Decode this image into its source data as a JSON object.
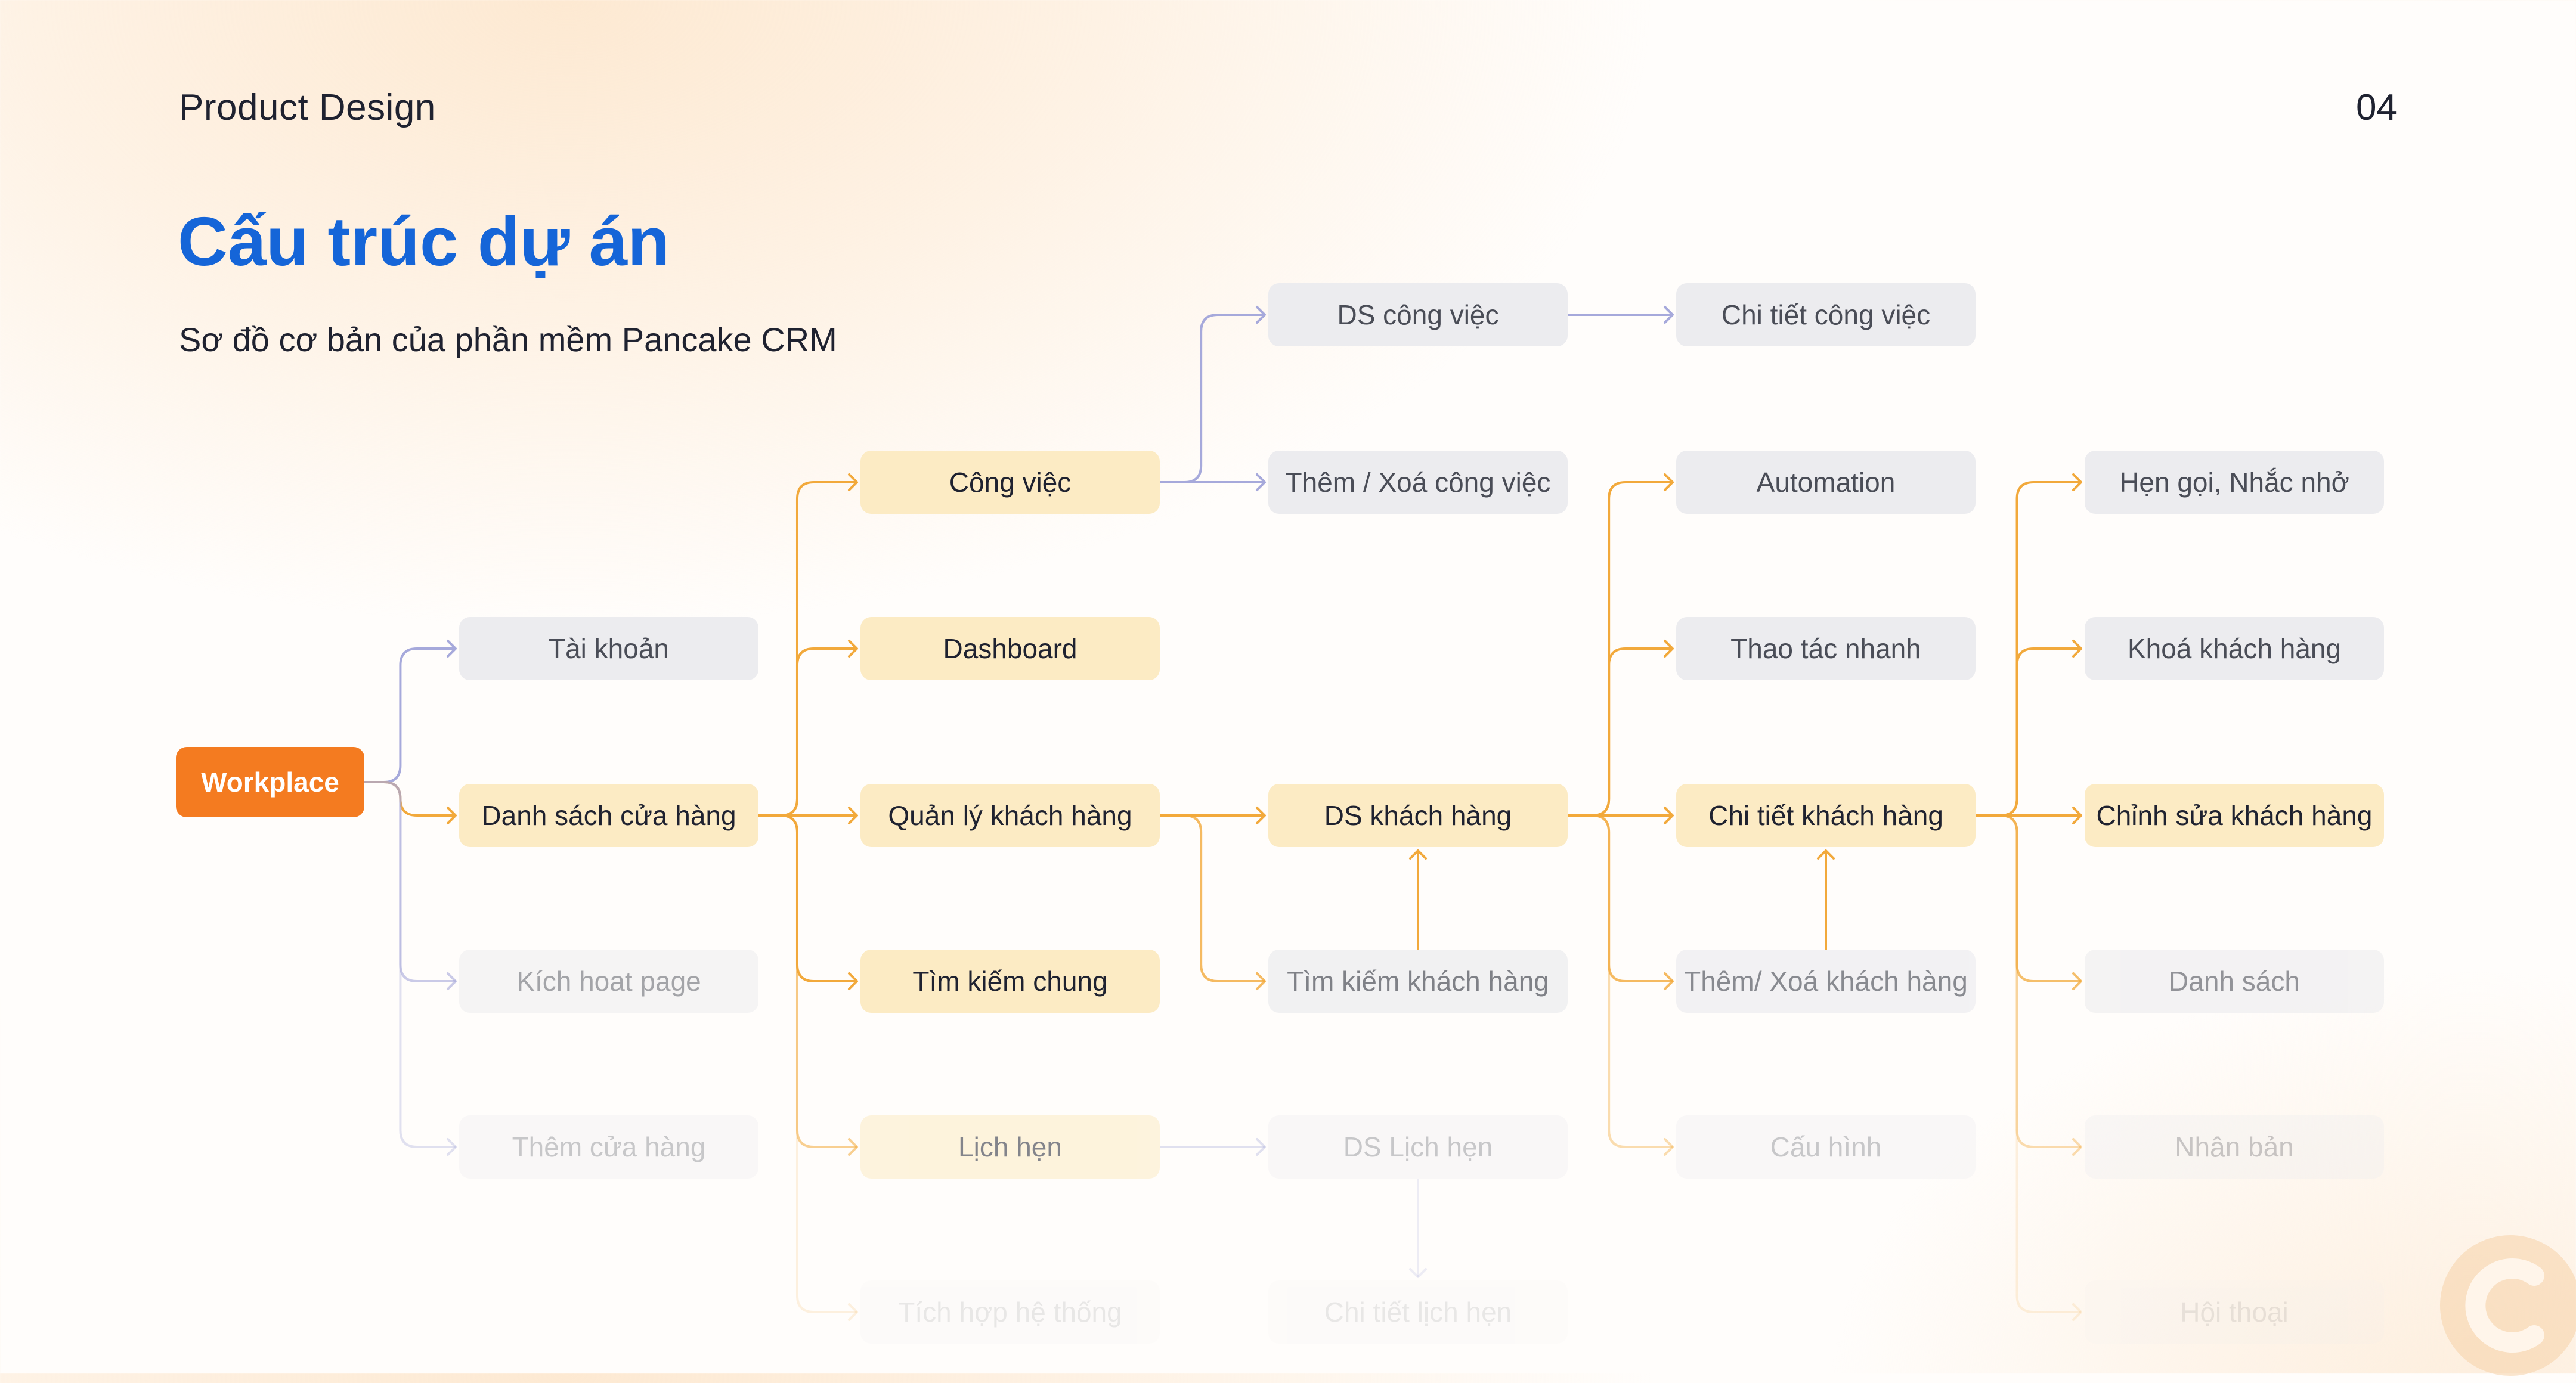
{
  "header": {
    "left": "Product Design",
    "right": "04"
  },
  "title": "Cấu trúc dự án",
  "subtitle": "Sơ đồ cơ bản của phần mềm Pancake CRM",
  "colors": {
    "accent_blue": "#1565d8",
    "orange": "#f47b20",
    "yellow": "#fcebc4",
    "gray": "#ececef",
    "line_orange": "#f2a93b",
    "line_purple": "#a6a9db"
  },
  "nodes": {
    "workplace": "Workplace",
    "tai_khoan": "Tài khoản",
    "danh_sach_cua_hang": "Danh sách cửa hàng",
    "kich_hoat_page": "Kích hoat page",
    "them_cua_hang": "Thêm cửa hàng",
    "cong_viec": "Công việc",
    "dashboard": "Dashboard",
    "quan_ly_khach_hang": "Quản lý khách hàng",
    "tim_kiem_chung": "Tìm kiếm chung",
    "lich_hen": "Lịch hẹn",
    "tich_hop_he_thong": "Tích hợp hệ thống",
    "ds_cong_viec": "DS công việc",
    "them_xoa_cong_viec": "Thêm / Xoá công việc",
    "ds_khach_hang": "DS khách hàng",
    "tim_kiem_khach_hang": "Tìm kiếm khách hàng",
    "ds_lich_hen": "DS Lịch hẹn",
    "chi_tiet_lich_hen": "Chi tiết lịch hẹn",
    "chi_tiet_cong_viec": "Chi tiết công việc",
    "automation": "Automation",
    "thao_tac_nhanh": "Thao tác nhanh",
    "chi_tiet_khach_hang": "Chi tiết khách hàng",
    "them_xoa_khach_hang": "Thêm/ Xoá khách hàng",
    "cau_hinh": "Cấu hình",
    "hen_goi_nhac_nho": "Hẹn gọi, Nhắc nhở",
    "khoa_khach_hang": "Khoá khách hàng",
    "chinh_sua_khach_hang": "Chỉnh sửa khách hàng",
    "danh_sach": "Danh sách",
    "nhan_ban": "Nhân bản",
    "hoi_thoai": "Hội thoại"
  },
  "logo_icon": "pancake-logo-icon"
}
